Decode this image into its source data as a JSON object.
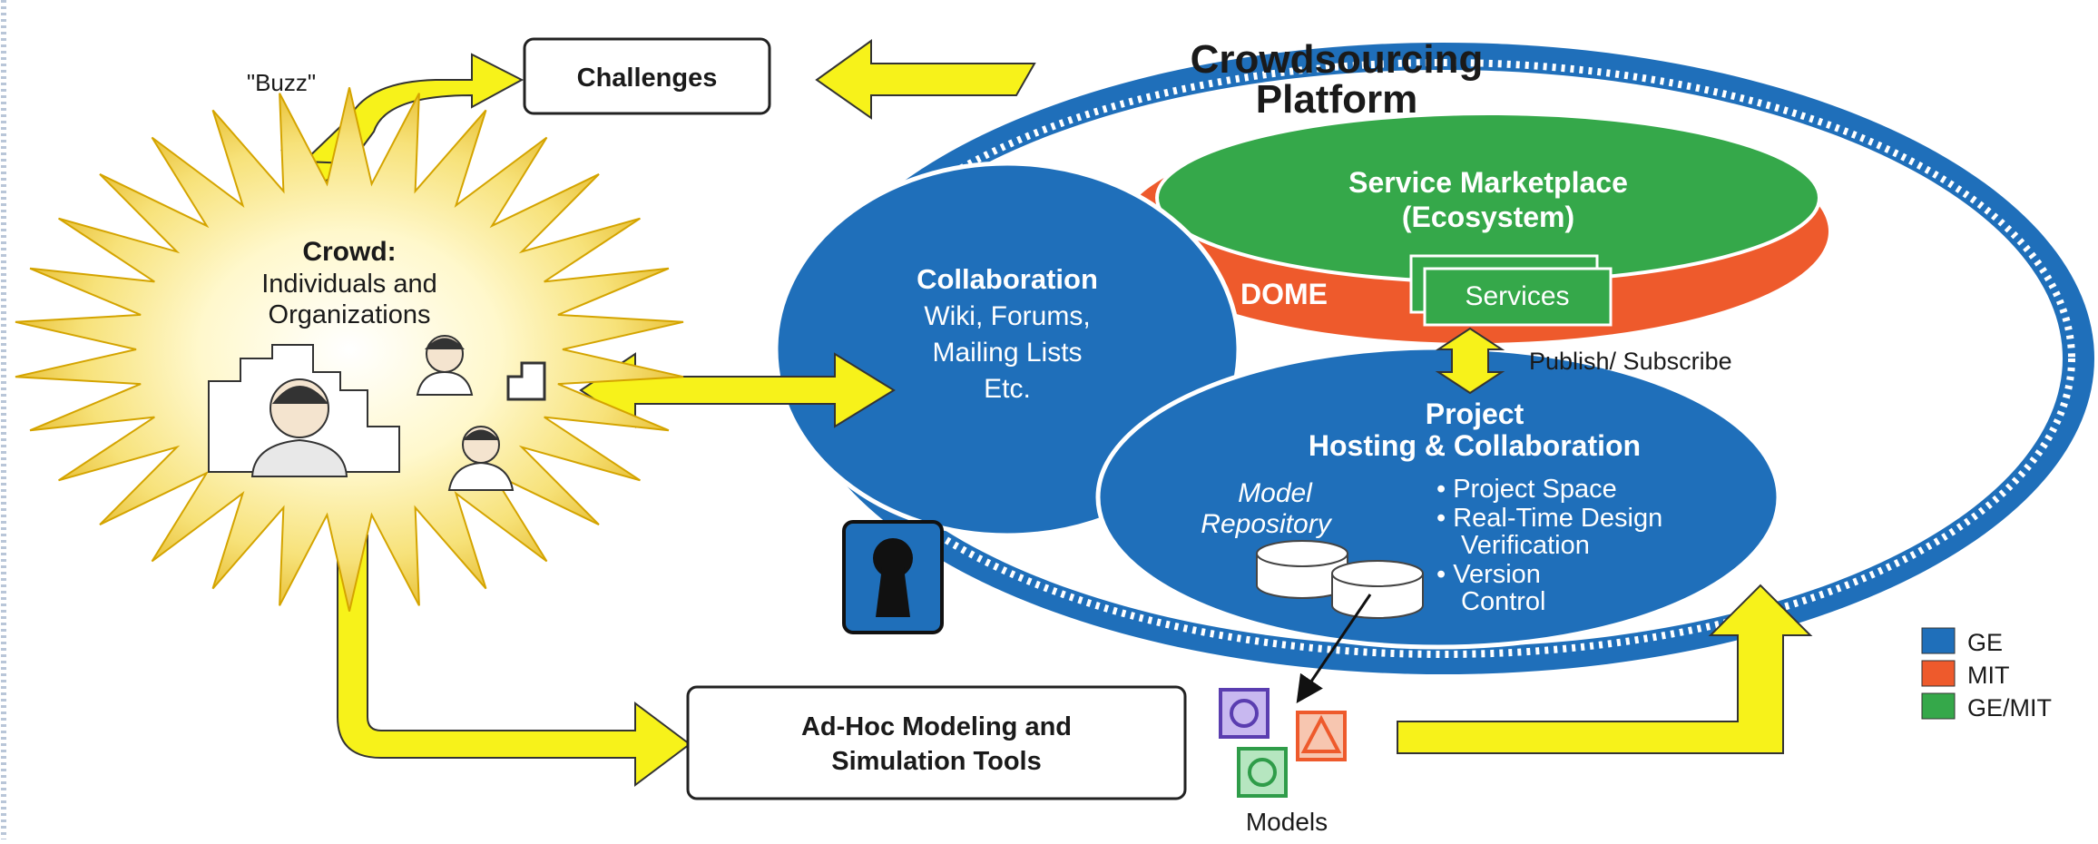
{
  "platform": {
    "title_line1": "Crowdsourcing",
    "title_line2": "Platform"
  },
  "challenges": {
    "label": "Challenges"
  },
  "buzz": {
    "label": "\"Buzz\""
  },
  "crowd": {
    "title": "Crowd:",
    "line1": "Individuals and",
    "line2": "Organizations"
  },
  "collaboration": {
    "title": "Collaboration",
    "line1": "Wiki, Forums,",
    "line2": "Mailing Lists",
    "line3": "Etc."
  },
  "marketplace": {
    "line1": "Service Marketplace",
    "line2": "(Ecosystem)"
  },
  "dome": {
    "label": "DOME"
  },
  "services": {
    "label": "Services"
  },
  "publish": {
    "label": "Publish/ Subscribe"
  },
  "project": {
    "title_line1": "Project",
    "title_line2": "Hosting & Collaboration",
    "repo_line1": "Model",
    "repo_line2": "Repository",
    "bullets": [
      "• Project Space",
      "• Real-Time Design",
      "Verification",
      "• Version",
      "Control"
    ]
  },
  "adhoc": {
    "line1": "Ad-Hoc Modeling and",
    "line2": "Simulation Tools"
  },
  "models": {
    "label": "Models"
  },
  "legend": [
    {
      "label": "GE",
      "color": "#1f6fba"
    },
    {
      "label": "MIT",
      "color": "#ee5a2c"
    },
    {
      "label": "GE/MIT",
      "color": "#35a84a"
    }
  ],
  "colors": {
    "ge_blue": "#1f6fba",
    "mit_orange": "#ee5a2c",
    "ge_mit_green": "#35a84a",
    "arrow_yellow": "#f7f21a"
  }
}
